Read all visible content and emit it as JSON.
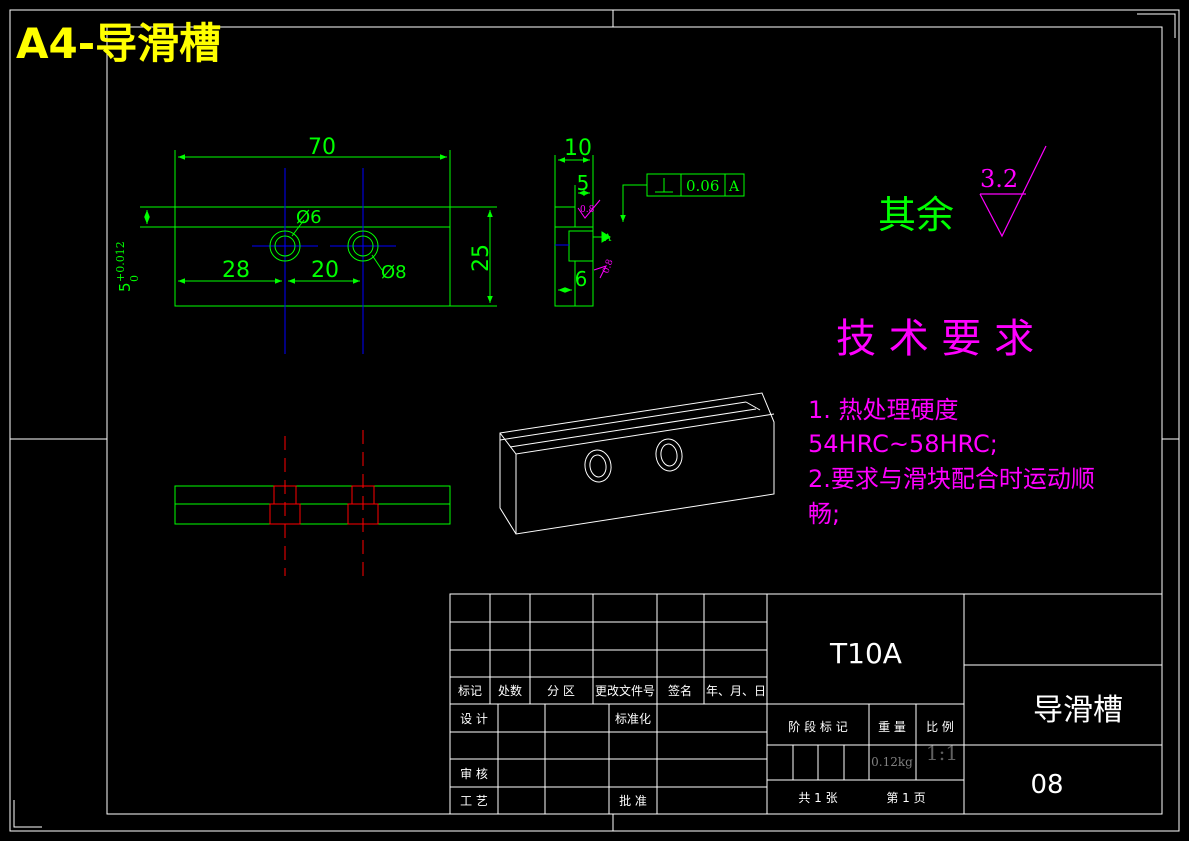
{
  "header": {
    "title": "A4-导滑槽"
  },
  "colors": {
    "background": "#000000",
    "frame": "#ffffff",
    "outline": "#00ff00",
    "centerline": "#0000ff",
    "hidden": "#ff0000",
    "title_text": "#ffff00",
    "annotation": "#ff00ff"
  },
  "front_view": {
    "dim_length": "70",
    "dim_height": "25",
    "dim_offset": "28",
    "dim_spacing": "20",
    "hole_outer": "Ø8",
    "hole_inner": "Ø6",
    "tol_base": "5",
    "tol_upper": "+0.012",
    "tol_lower": "0"
  },
  "side_view": {
    "dim_width": "10",
    "dim_step": "5",
    "dim_bottom": "6",
    "perp_tolerance": "0.06",
    "datum": "A",
    "rough_a": "0.8",
    "rough_b": "0.8"
  },
  "surface_finish": {
    "label": "其余",
    "value": "3.2"
  },
  "requirements": {
    "title": "技 术 要 求",
    "lines": [
      "1. 热处理硬度",
      "54HRC~58HRC;",
      "2.要求与滑块配合时运动顺",
      "畅;"
    ]
  },
  "title_block": {
    "material": "T10A",
    "part_name": "导滑槽",
    "drawing_no": "08",
    "mark": "标记",
    "count": "处数",
    "zone": "分 区",
    "doc_no": "更改文件号",
    "signature": "签名",
    "date": "年、月、日",
    "design": "设 计",
    "standardize": "标准化",
    "review": "审 核",
    "process": "工 艺",
    "approve": "批 准",
    "stage_mark": "阶 段 标 记",
    "weight": "重 量",
    "scale": "比 例",
    "weight_value": "0.12kg",
    "scale_value": "1:1",
    "total_sheets": "共 1 张",
    "sheet_no": "第 1 页"
  }
}
